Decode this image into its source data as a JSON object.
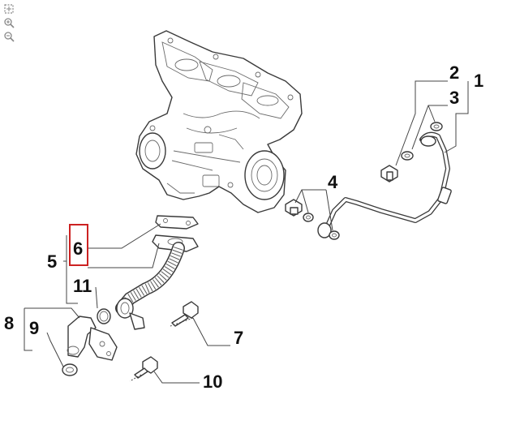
{
  "toolbar": {
    "items": [
      {
        "name": "fit-view-icon"
      },
      {
        "name": "zoom-in-icon"
      },
      {
        "name": "zoom-out-icon"
      }
    ]
  },
  "callouts": {
    "c1": "1",
    "c2": "2",
    "c3": "3",
    "c4": "4",
    "c5": "5",
    "c6": "6",
    "c7": "7",
    "c8": "8",
    "c9": "9",
    "c10": "10",
    "c11": "11"
  },
  "highlight": {
    "callout": "6",
    "color": "#cc2222"
  }
}
